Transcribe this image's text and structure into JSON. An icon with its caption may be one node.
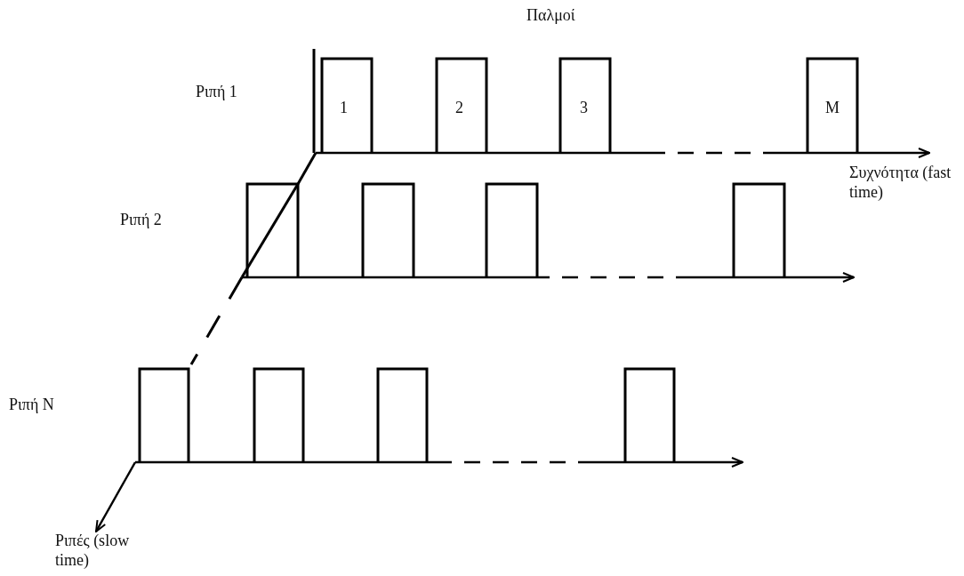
{
  "diagram": {
    "labels": [
      "Παλμοί",
      "Ριπή 1",
      "1",
      "2",
      "3",
      "M",
      "Συχνότητα (fast time)",
      "Ριπή 2",
      "Ριπή N",
      "Ριπές (slow time)"
    ]
  }
}
